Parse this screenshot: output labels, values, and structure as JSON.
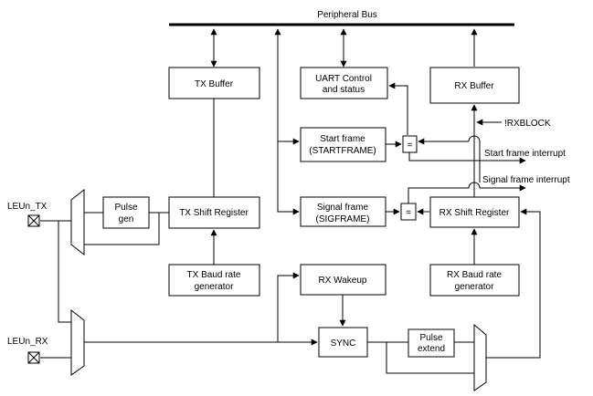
{
  "bus": {
    "label": "Peripheral Bus"
  },
  "blocks": {
    "tx_buffer": "TX Buffer",
    "uart_control_line1": "UART Control",
    "uart_control_line2": "and status",
    "rx_buffer": "RX Buffer",
    "start_frame_line1": "Start frame",
    "start_frame_line2": "(STARTFRAME)",
    "signal_frame_line1": "Signal frame",
    "signal_frame_line2": "(SIGFRAME)",
    "pulse_gen_line1": "Pulse",
    "pulse_gen_line2": "gen",
    "tx_shift": "TX Shift Register",
    "rx_shift": "RX Shift Register",
    "tx_baud_line1": "TX Baud rate",
    "tx_baud_line2": "generator",
    "rx_baud_line1": "RX Baud rate",
    "rx_baud_line2": "generator",
    "rx_wakeup": "RX Wakeup",
    "sync": "SYNC",
    "pulse_extend_line1": "Pulse",
    "pulse_extend_line2": "extend",
    "comparator_start": "=",
    "comparator_signal": "="
  },
  "signals": {
    "rxblock": "!RXBLOCK",
    "start_frame_interrupt": "Start frame interrupt",
    "signal_frame_interrupt": "Signal frame interrupt"
  },
  "pins": {
    "tx": "LEUn_TX",
    "rx": "LEUn_RX"
  }
}
